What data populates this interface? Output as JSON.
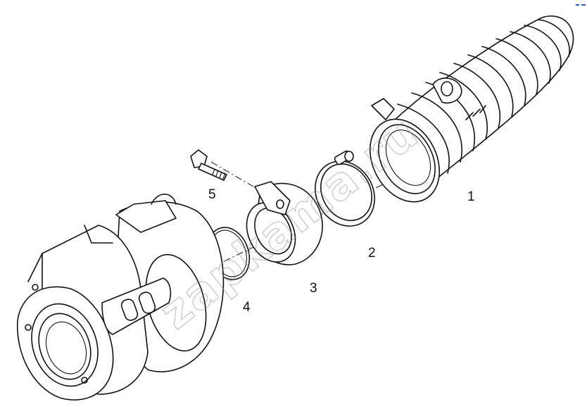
{
  "watermark": "zapkama.ru",
  "parts": [
    {
      "id": "1",
      "label": "1"
    },
    {
      "id": "2",
      "label": "2"
    },
    {
      "id": "3",
      "label": "3"
    },
    {
      "id": "4",
      "label": "4"
    },
    {
      "id": "5",
      "label": "5"
    }
  ],
  "colors": {
    "line": "#111111",
    "watermark": "#8a8a8a",
    "corner_mark": "#2b4fd8"
  },
  "icons": {
    "corner_mark": "blue-dash-mark-icon"
  }
}
